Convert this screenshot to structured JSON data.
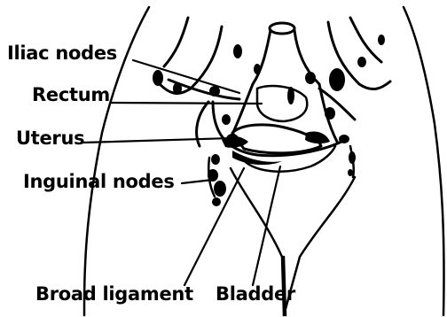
{
  "labels": {
    "iliac_nodes": "Iliac nodes",
    "rectum": "Rectum",
    "uterus": "Uterus",
    "inguinal_nodes": "Inguinal nodes",
    "broad_ligament": "Broad ligament",
    "bladder": "Bladder"
  },
  "colors": {
    "ink": "#000000",
    "background": "#ffffff"
  }
}
